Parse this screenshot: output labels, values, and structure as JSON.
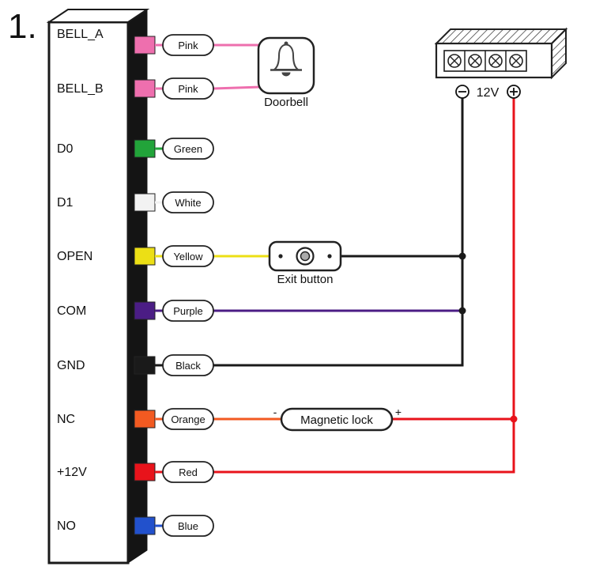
{
  "figure_number": "1.",
  "terminals": [
    {
      "name": "BELL_A",
      "color_label": "Pink",
      "color": "#ee6fae"
    },
    {
      "name": "BELL_B",
      "color_label": "Pink",
      "color": "#ee6fae"
    },
    {
      "name": "D0",
      "color_label": "Green",
      "color": "#22a43a"
    },
    {
      "name": "D1",
      "color_label": "White",
      "color": "#f2f2f2"
    },
    {
      "name": "OPEN",
      "color_label": "Yellow",
      "color": "#ecdf15"
    },
    {
      "name": "COM",
      "color_label": "Purple",
      "color": "#4b1d85"
    },
    {
      "name": "GND",
      "color_label": "Black",
      "color": "#1a1a1a"
    },
    {
      "name": "NC",
      "color_label": "Orange",
      "color": "#f25a21"
    },
    {
      "name": "+12V",
      "color_label": "Red",
      "color": "#e8131b"
    },
    {
      "name": "NO",
      "color_label": "Blue",
      "color": "#2251cc"
    }
  ],
  "devices": {
    "doorbell": "Doorbell",
    "exit_button": "Exit button",
    "magnetic_lock": "Magnetic lock",
    "lock_minus": "-",
    "lock_plus": "+"
  },
  "power_supply": {
    "voltage": "12V"
  },
  "wires": {
    "pink": "#ee6fae",
    "green": "#22a43a",
    "white": "#e8e8e8",
    "yellow": "#ecdf15",
    "purple": "#4b1d85",
    "black": "#1a1a1a",
    "orange": "#f25a21",
    "red": "#e8131b",
    "blue": "#2251cc"
  }
}
